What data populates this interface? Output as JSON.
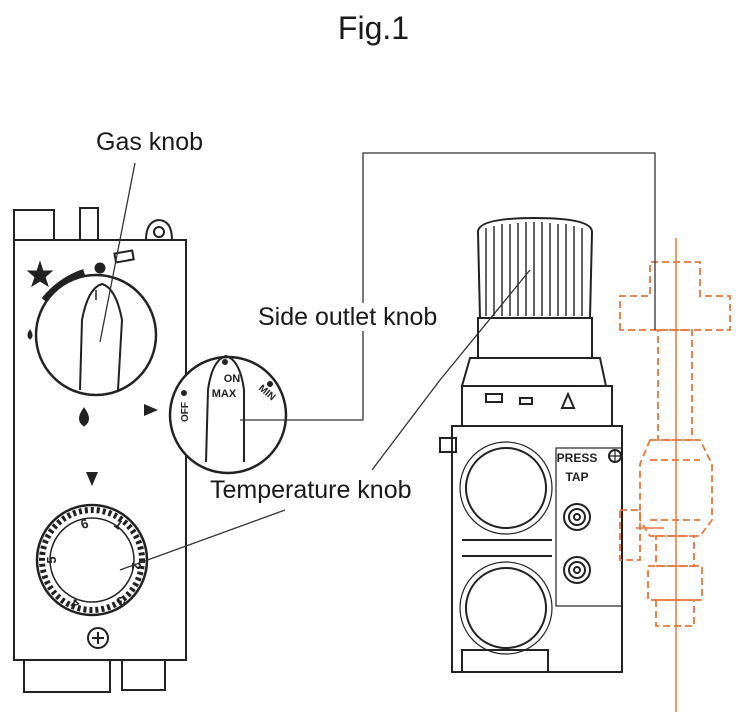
{
  "figure_title": "Fig.1",
  "labels": {
    "gas_knob": "Gas knob",
    "side_outlet_knob": "Side outlet knob",
    "temperature_knob": "Temperature knob"
  },
  "control_unit": {
    "side_knob": {
      "off": "OFF",
      "on": "ON",
      "max": "MAX",
      "min": "MIN"
    },
    "dial_numbers": [
      "1",
      "2",
      "3",
      "4",
      "5",
      "6"
    ]
  },
  "valve": {
    "press_label": "PRESS",
    "tap_label": "TAP"
  },
  "colors": {
    "line": "#222222",
    "accent": "#e8763a"
  }
}
